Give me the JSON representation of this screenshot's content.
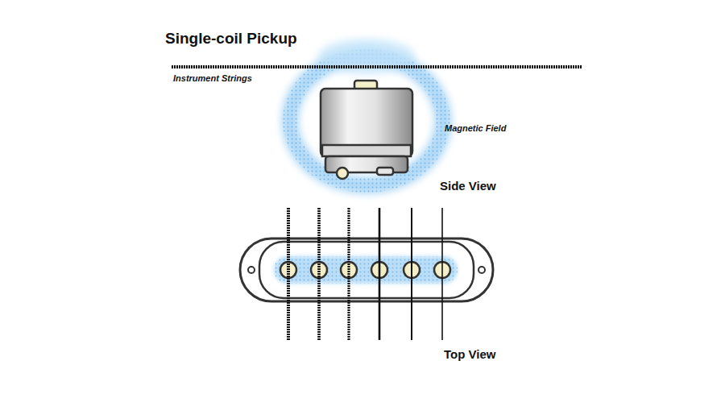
{
  "diagram": {
    "title": "Single-coil Pickup",
    "labels": [
      "Instrument Strings",
      "Magnetic Field",
      "Side View",
      "Top View"
    ]
  }
}
